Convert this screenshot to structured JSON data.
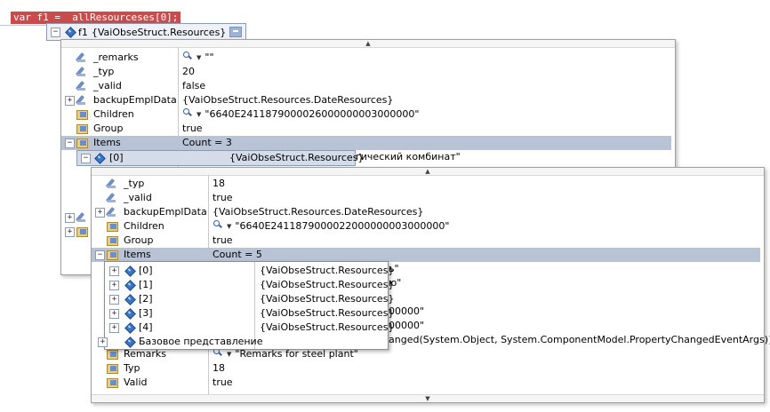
{
  "code": {
    "text": "var f1 =  allResourceses[0];"
  },
  "tip": {
    "name": "f1",
    "value": "{VaiObseStruct.Resources}"
  },
  "panel1": {
    "rows": [
      {
        "name": "_remarks",
        "value": "\"\"",
        "icon": "wrench-property-icon",
        "search": true,
        "expand": false
      },
      {
        "name": "_typ",
        "value": "20",
        "icon": "wrench-property-icon",
        "search": false,
        "expand": false
      },
      {
        "name": "_valid",
        "value": "false",
        "icon": "wrench-property-icon",
        "search": false,
        "expand": false
      },
      {
        "name": "backupEmplData",
        "value": "{VaiObseStruct.Resources.DateResources}",
        "icon": "wrench-property-icon",
        "search": false,
        "expand": true
      },
      {
        "name": "Children",
        "value": "\"6640E2411879000026000000003000000\"",
        "icon": "class-property-icon",
        "search": true,
        "expand": false
      },
      {
        "name": "Group",
        "value": "true",
        "icon": "class-property-icon",
        "search": false,
        "expand": false
      },
      {
        "name": "Items",
        "value": "Count = 3",
        "icon": "class-property-icon",
        "search": false,
        "expand": "open",
        "selected": true
      }
    ],
    "item0": {
      "name": "[0]",
      "value": "{VaiObseStruct.Resources}"
    },
    "partial_text": "гический комбинат\""
  },
  "panel2": {
    "rows": [
      {
        "name": "_typ",
        "value": "18",
        "icon": "wrench-property-icon",
        "search": false,
        "expand": false
      },
      {
        "name": "_valid",
        "value": "true",
        "icon": "wrench-property-icon",
        "search": false,
        "expand": false
      },
      {
        "name": "backupEmplData",
        "value": "{VaiObseStruct.Resources.DateResources}",
        "icon": "wrench-property-icon",
        "search": false,
        "expand": true
      },
      {
        "name": "Children",
        "value": "\"6640E2411879000022000000003000000\"",
        "icon": "class-property-icon",
        "search": true,
        "expand": false
      },
      {
        "name": "Group",
        "value": "true",
        "icon": "class-property-icon",
        "search": false,
        "expand": false
      },
      {
        "name": "Items",
        "value": "Count = 5",
        "icon": "class-property-icon",
        "search": false,
        "expand": "open",
        "selected": true
      }
    ],
    "hidden_values": [
      "ь\"",
      "ю\"",
      "00000\"",
      "00000\""
    ],
    "handler_text": "anged(System.Object, System.ComponentModel.PropertyChangedEventArgs)}}",
    "bottom_rows": [
      {
        "name": "Remarks",
        "value": "\"Remarks for steel plant\"",
        "icon": "class-property-icon",
        "search": true
      },
      {
        "name": "Typ",
        "value": "18",
        "icon": "class-property-icon",
        "search": false
      },
      {
        "name": "Valid",
        "value": "true",
        "icon": "class-property-icon",
        "search": false
      }
    ]
  },
  "items_popup": {
    "rows": [
      {
        "name": "[0]",
        "value": "{VaiObseStruct.Resources}"
      },
      {
        "name": "[1]",
        "value": "{VaiObseStruct.Resources}"
      },
      {
        "name": "[2]",
        "value": "{VaiObseStruct.Resources}"
      },
      {
        "name": "[3]",
        "value": "{VaiObseStruct.Resources}"
      },
      {
        "name": "[4]",
        "value": "{VaiObseStruct.Resources}"
      }
    ],
    "base_view": "Базовое представление"
  }
}
